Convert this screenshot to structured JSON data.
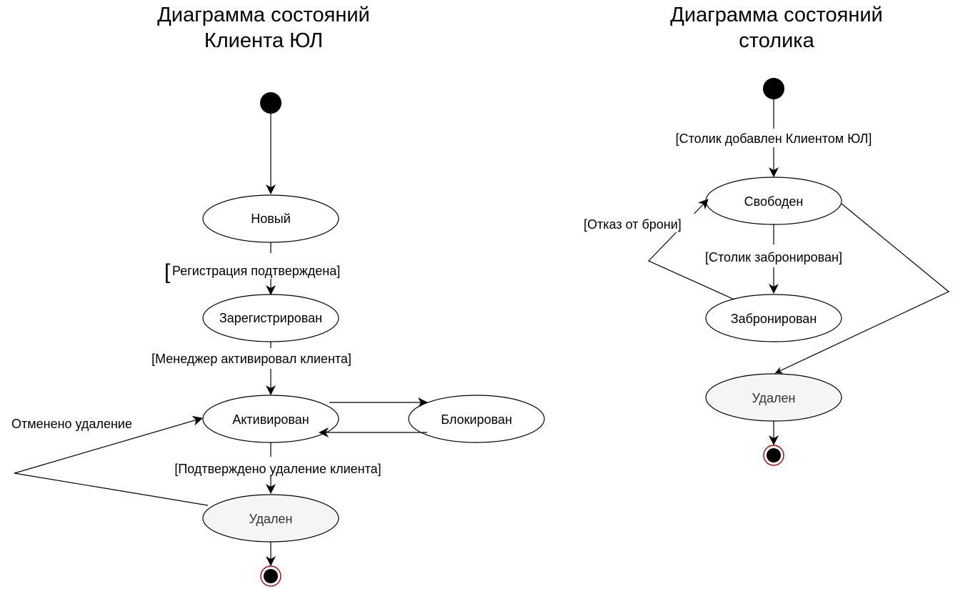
{
  "left": {
    "title_line1": "Диаграмма состояний",
    "title_line2": "Клиента ЮЛ",
    "states": {
      "new": "Новый",
      "registered": "Зарегистрирован",
      "activated": "Активирован",
      "blocked": "Блокирован",
      "deleted": "Удален"
    },
    "transitions": {
      "registration_bracket": "[",
      "registration": "Регистрация подтверждена]",
      "manager_activated": "[Менеджер активировал клиента]",
      "deletion_confirmed": "[Подтверждено удаление  клиента]",
      "deletion_cancelled": "Отменено удаление"
    }
  },
  "right": {
    "title_line1": "Диаграмма состояний",
    "title_line2": "столика",
    "states": {
      "free": "Свободен",
      "booked": "Забронирован",
      "deleted": "Удален"
    },
    "transitions": {
      "table_added": "[Столик добавлен Клиентом ЮЛ]",
      "booking_refused": "[Отказ от брони]",
      "table_booked": "[Столик забронирован]"
    }
  },
  "colors": {
    "stroke": "#000000",
    "state_fill": "#ffffff",
    "deleted_fill": "#f5f5f5",
    "final_ring": "#b20000"
  }
}
